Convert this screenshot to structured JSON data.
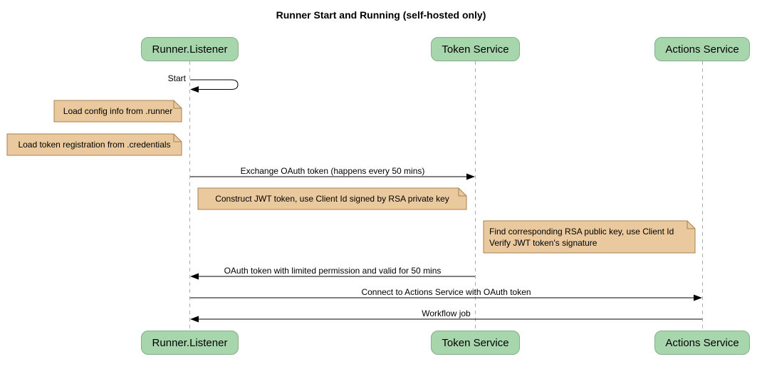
{
  "title": "Runner Start and Running (self-hosted only)",
  "participants": [
    {
      "name": "Runner.Listener"
    },
    {
      "name": "Token Service"
    },
    {
      "name": "Actions Service"
    }
  ],
  "messages": [
    {
      "label": "Start",
      "from": "Runner.Listener",
      "to": "Runner.Listener",
      "type": "self"
    },
    {
      "label": "Exchange OAuth token (happens every 50 mins)",
      "from": "Runner.Listener",
      "to": "Token Service",
      "type": "solid-right"
    },
    {
      "label": "OAuth token with limited permission and valid for 50 mins",
      "from": "Token Service",
      "to": "Runner.Listener",
      "type": "solid-left"
    },
    {
      "label": "Connect to Actions Service with OAuth token",
      "from": "Runner.Listener",
      "to": "Actions Service",
      "type": "solid-right"
    },
    {
      "label": "Workflow job",
      "from": "Actions Service",
      "to": "Runner.Listener",
      "type": "solid-left"
    }
  ],
  "notes": [
    {
      "text": "Load config info from .runner",
      "anchor": "left of Runner.Listener"
    },
    {
      "text": "Load token registration from .credentials",
      "anchor": "left of Runner.Listener"
    },
    {
      "text": "Construct JWT token, use Client Id signed by RSA private key",
      "anchor": "between Runner.Listener and Token Service"
    },
    {
      "text": "Find corresponding RSA public key, use Client Id\nVerify JWT token's signature",
      "anchor": "between Token Service and Actions Service"
    }
  ],
  "colors": {
    "participant-fill": "#A8D6AC",
    "participant-border": "#82AF87",
    "note-fill": "#EAC99E",
    "note-border": "#A88150",
    "lifeline-color": "#ABABAB",
    "line-color": "#000000",
    "text-color": "#000000",
    "bg": "#FFFFFF"
  }
}
